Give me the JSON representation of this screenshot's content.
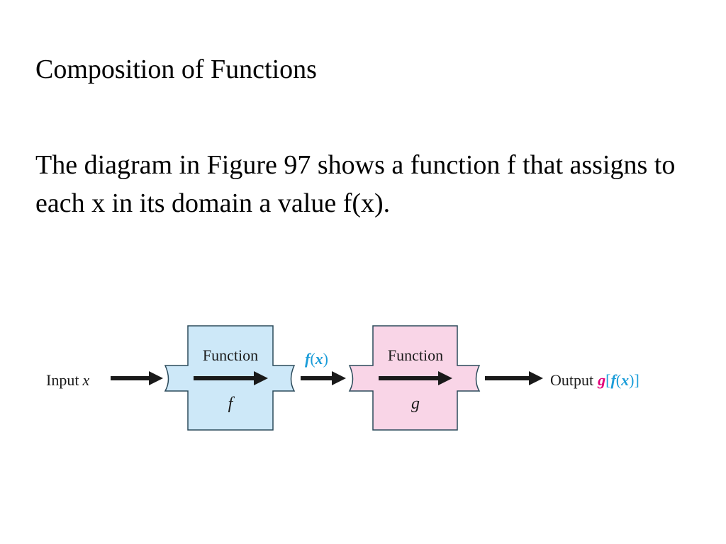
{
  "slide": {
    "title": "Composition of Functions",
    "body": "The diagram in Figure 97 shows a function f that assigns to each x in its domain a value f(x)."
  },
  "diagram": {
    "input_label": "Input",
    "input_var": "x",
    "box_f": {
      "label": "Function",
      "name": "f"
    },
    "box_g": {
      "label": "Function",
      "name": "g"
    },
    "middle": {
      "f": "f",
      "open": "(",
      "x": "x",
      "close": ")"
    },
    "output_label": "Output",
    "output_expr": {
      "g": "g",
      "open_bracket": "[",
      "f": "f",
      "open": "(",
      "x": "x",
      "close": ")",
      "close_bracket": "]"
    },
    "colors": {
      "f_box_fill": "#cde8f8",
      "g_box_fill": "#f9d5e7",
      "box_stroke": "#2b4a5a",
      "arrow": "#1a1a1a",
      "f_text": "#1b9dd9",
      "g_text": "#e2007a"
    }
  }
}
